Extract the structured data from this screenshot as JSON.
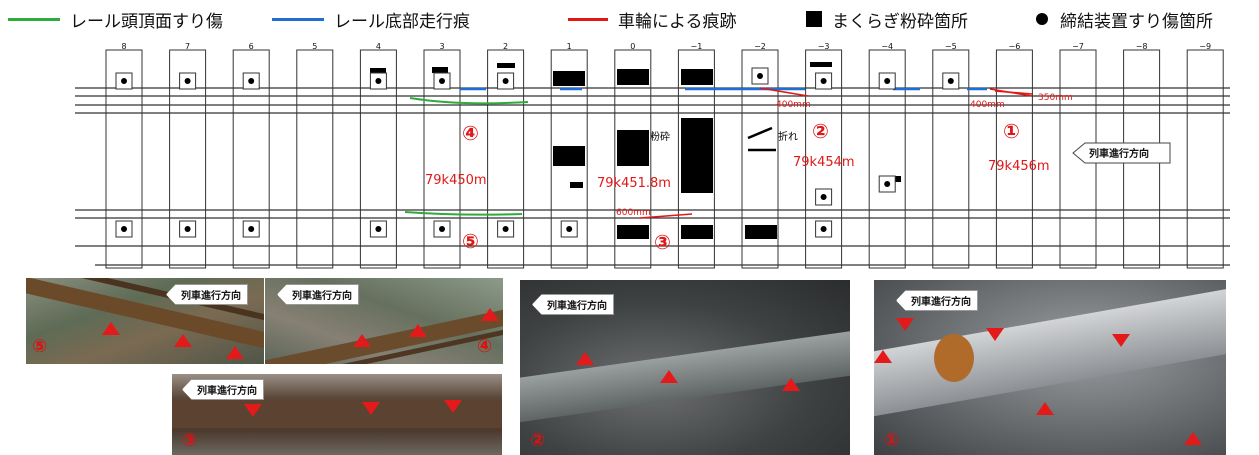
{
  "legend": {
    "green_label": "レール頭頂面すり傷",
    "blue_label": "レール底部走行痕",
    "red_label": "車輪による痕跡",
    "square_label": "まくらぎ粉砕箇所",
    "dot_label": "締結装置すり傷箇所",
    "colors": {
      "green": "#2faa3c",
      "blue": "#1f6fd0",
      "red": "#e01818"
    }
  },
  "sleepers": [
    "8",
    "7",
    "6",
    "5",
    "4",
    "3",
    "2",
    "1",
    "0",
    "−1",
    "−2",
    "−3",
    "−4",
    "−5",
    "−6",
    "−7",
    "−8",
    "−9"
  ],
  "annotations": {
    "crush": "粉砕",
    "broken": "折れ",
    "dim_400a": "400mm",
    "dim_400b": "400mm",
    "dim_350": "350mm",
    "dim_600": "600mm",
    "km_450": "79k450m",
    "km_451": "79k451.8m",
    "km_454": "79k454m",
    "km_456": "79k456m",
    "direction": "列車進行方向",
    "circ1": "①",
    "circ2": "②",
    "circ3": "③",
    "circ4": "④",
    "circ5": "⑤"
  },
  "photos": {
    "p5": {
      "label": "⑤",
      "direction": "列車進行方向"
    },
    "p4": {
      "label": "④",
      "direction": "列車進行方向"
    },
    "p3": {
      "label": "③",
      "direction": "列車進行方向"
    },
    "p2": {
      "label": "②",
      "direction": "列車進行方向"
    },
    "p1": {
      "label": "①",
      "direction": "列車進行方向"
    }
  }
}
